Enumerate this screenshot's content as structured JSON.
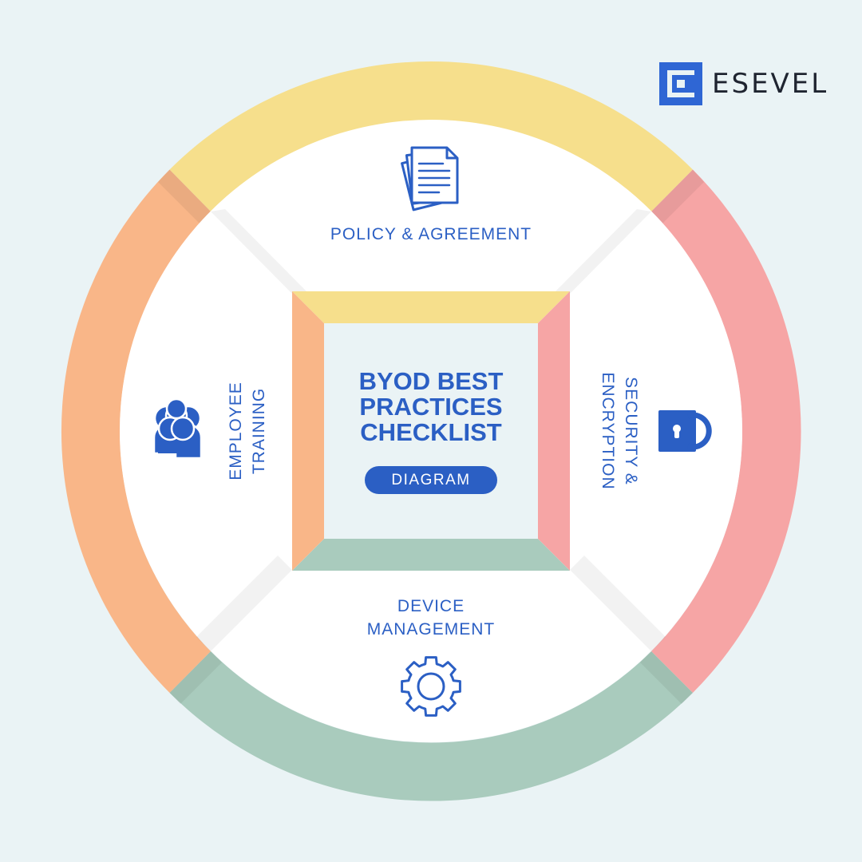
{
  "brand": {
    "name": "ESEVEL"
  },
  "center": {
    "title_lines": [
      "BYOD BEST",
      "PRACTICES",
      "CHECKLIST"
    ],
    "badge": "DIAGRAM"
  },
  "segments": {
    "top": {
      "label": "POLICY & AGREEMENT",
      "icon": "documents-icon",
      "color": "#f6df8c"
    },
    "right": {
      "label_lines": [
        "SECURITY &",
        "ENCRYPTION"
      ],
      "icon": "padlock-icon",
      "color": "#f6a5a5"
    },
    "bottom": {
      "label_lines": [
        "DEVICE",
        "MANAGEMENT"
      ],
      "icon": "gear-icon",
      "color": "#a9cbbd"
    },
    "left": {
      "label_lines": [
        "EMPLOYEE",
        "TRAINING"
      ],
      "icon": "people-icon",
      "color": "#f9b688"
    }
  },
  "colors": {
    "accent": "#2b5fc4",
    "background": "#eaf3f5",
    "panel": "#ffffff"
  }
}
